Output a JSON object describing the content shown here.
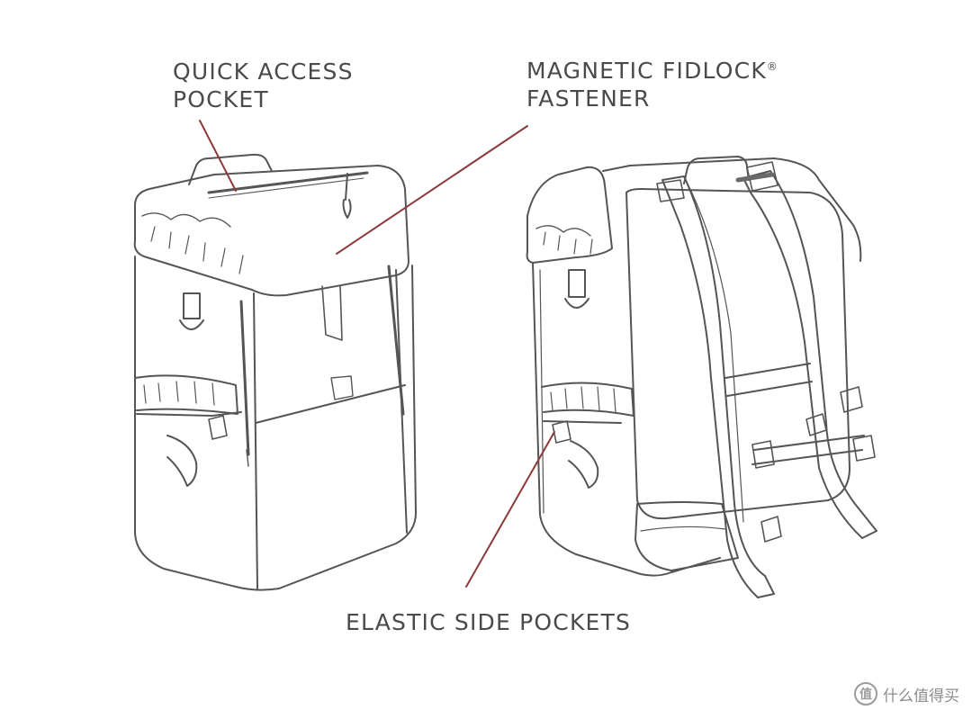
{
  "callouts": {
    "quick_access_line1": "QUICK ACCESS",
    "quick_access_line2": "POCKET",
    "fidlock_line1": "MAGNETIC FIDLOCK",
    "fidlock_mark": "®",
    "fidlock_line2": "FASTENER",
    "elastic": "ELASTIC SIDE POCKETS"
  },
  "watermark": {
    "icon": "值",
    "text": "什么值得买"
  },
  "colors": {
    "leader_line": "#8b3a3a",
    "outline": "#555555",
    "label_text": "#4a4a4a"
  }
}
